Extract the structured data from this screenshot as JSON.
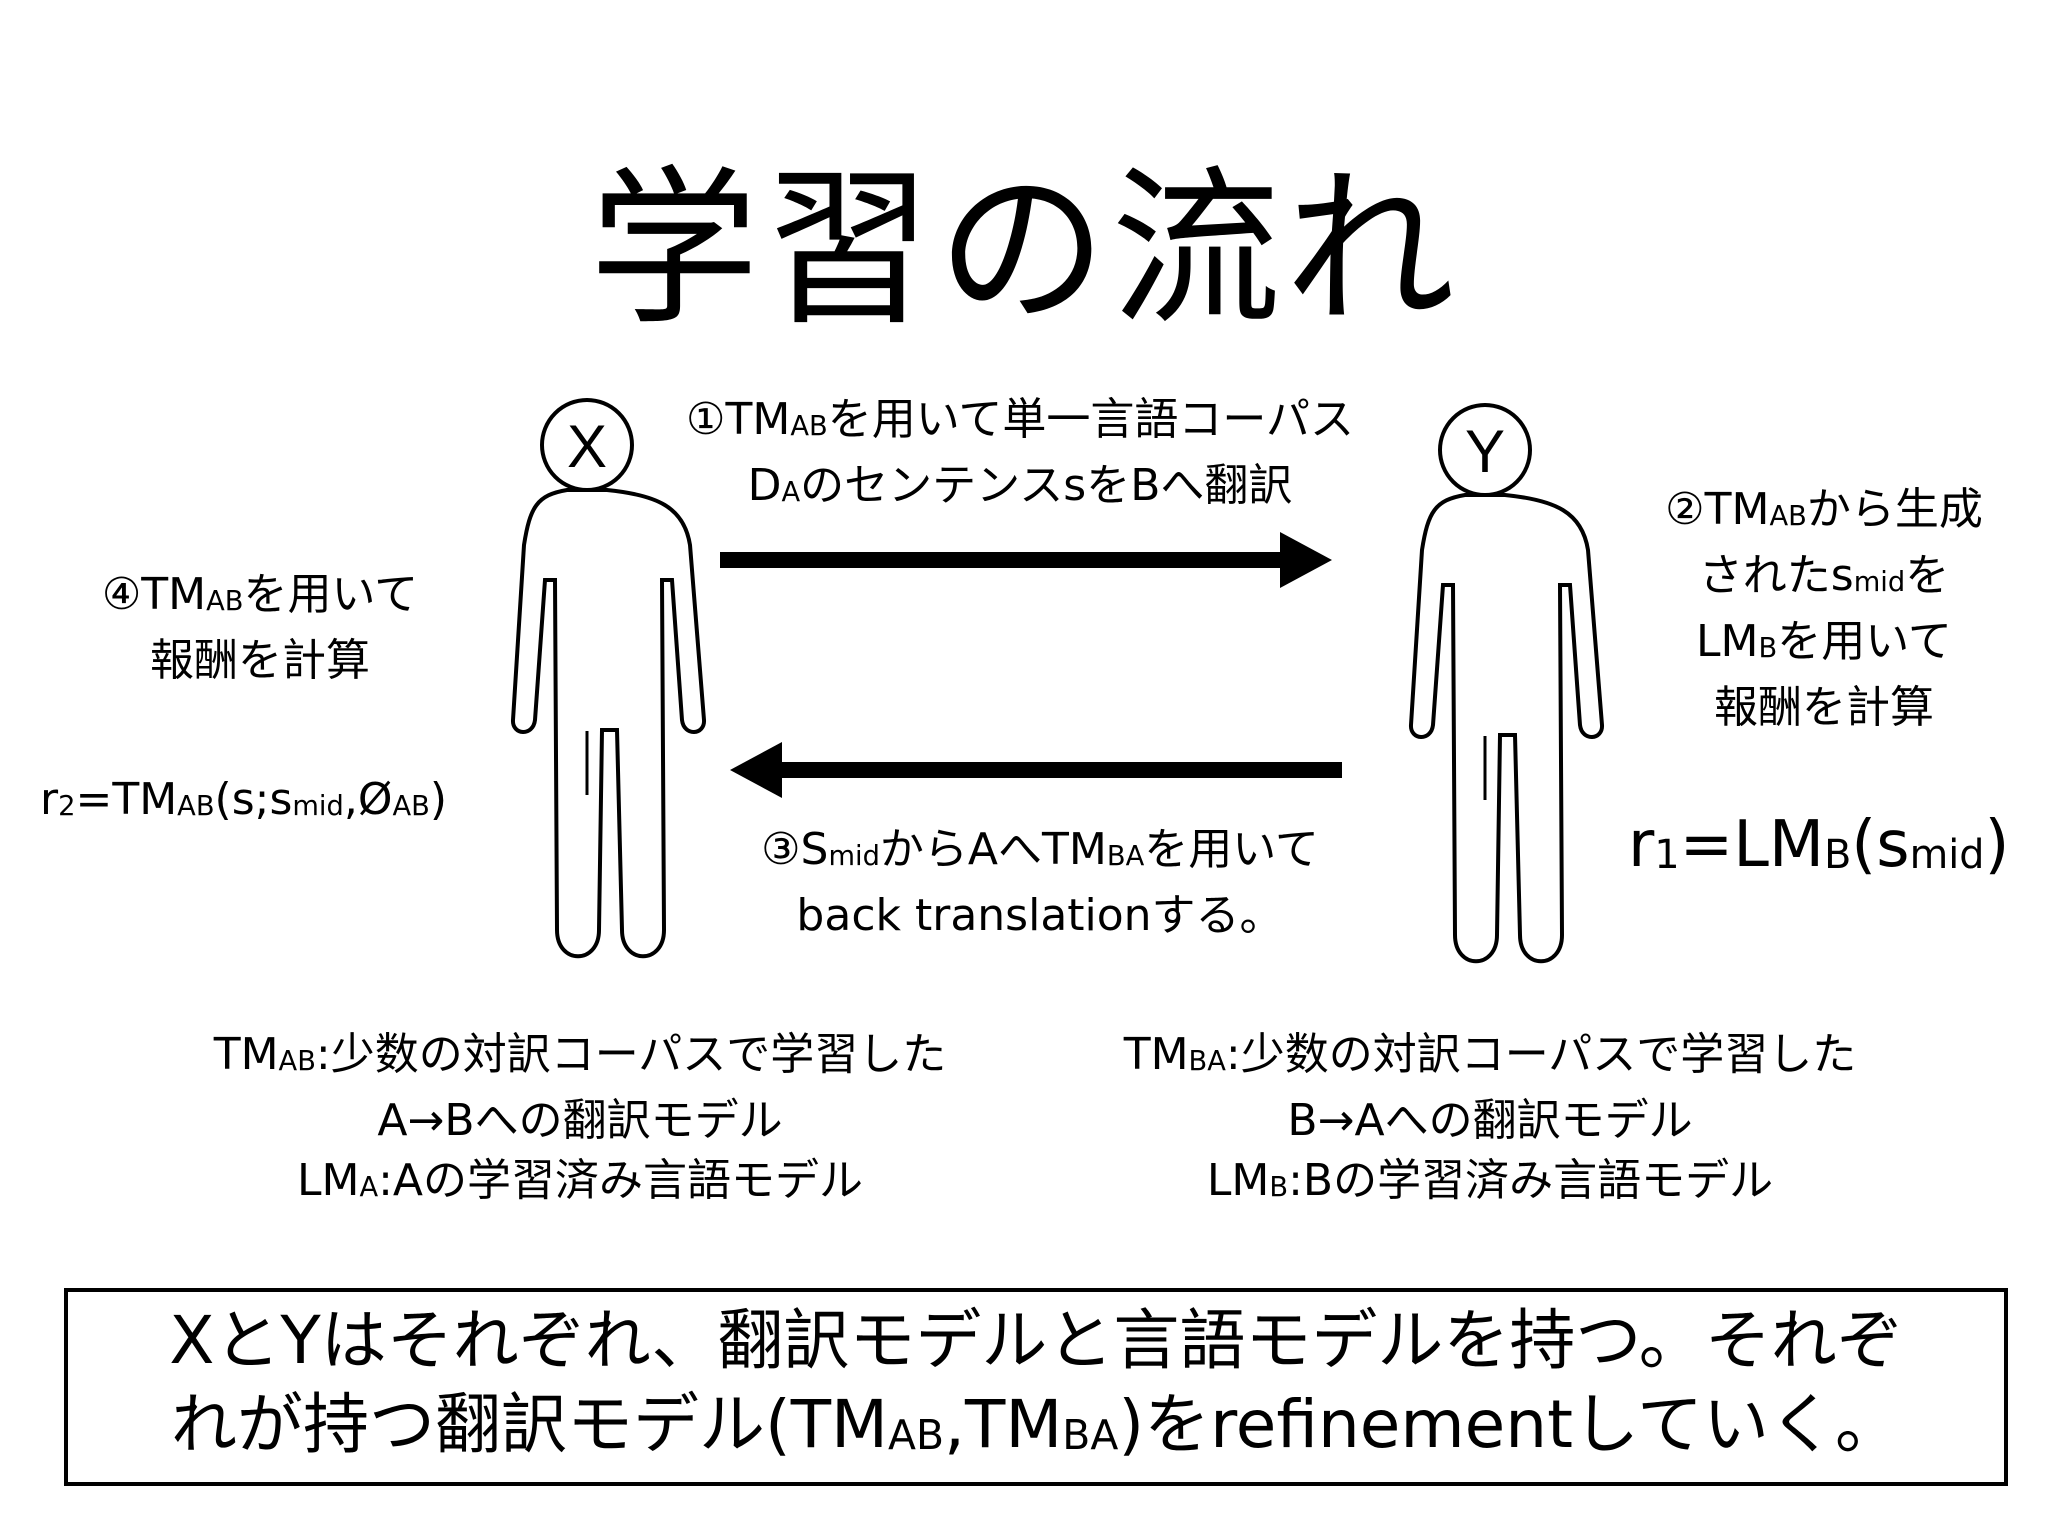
{
  "title": "学習の流れ",
  "persons": {
    "x_label": "X",
    "y_label": "Y"
  },
  "step1": {
    "line1": {
      "pre": "①TM",
      "sub": "AB",
      "post": "を用いて単一言語コーパス"
    },
    "line2": {
      "pre": "D",
      "sub": "A",
      "post": "のセンテンスsをBへ翻訳"
    }
  },
  "step2": {
    "line1": {
      "pre": "②TM",
      "sub": "AB",
      "post": "から生成"
    },
    "line2": {
      "pre": "された",
      "mid": "s",
      "sub": "mid",
      "post": "を"
    },
    "line3": {
      "pre": "LM",
      "sub": "B",
      "post": "を用いて"
    },
    "line4": "報酬を計算"
  },
  "step3": {
    "line1": {
      "pre": "③S",
      "sub": "mid",
      "mid": "からAへTM",
      "sub2": "BA",
      "post": "を用いて"
    },
    "line2": "back translationする。"
  },
  "step4": {
    "line1": {
      "pre": "④TM",
      "sub": "AB",
      "post": "を用いて"
    },
    "line2": "報酬を計算"
  },
  "formulas": {
    "r2": {
      "a": "r",
      "a_sub": "2",
      "b": "=TM",
      "b_sub": "AB",
      "c": "(s;s",
      "c_sub": "mid",
      "d": ",Ø",
      "d_sub": "AB",
      "e": ")"
    },
    "r1": {
      "a": "r",
      "a_sub": "1",
      "b": "=LM",
      "b_sub": "B",
      "c": "(s",
      "c_sub": "mid",
      "d": ")"
    }
  },
  "legend_left": {
    "line1": {
      "pre": "TM",
      "sub": "AB",
      "post": ":少数の対訳コーパスで学習した"
    },
    "line2": "A→Bへの翻訳モデル",
    "line3": {
      "pre": "LM",
      "sub": "A",
      "post": ":Aの学習済み言語モデル"
    }
  },
  "legend_right": {
    "line1": {
      "pre": "TM",
      "sub": "BA",
      "post": ":少数の対訳コーパスで学習した"
    },
    "line2": "B→Aへの翻訳モデル",
    "line3": {
      "pre": "LM",
      "sub": "B",
      "post": ":Bの学習済み言語モデル"
    }
  },
  "summary": {
    "line1": "XとYはそれぞれ、翻訳モデルと言語モデルを持つ。それぞ",
    "line2": {
      "pre": "れが持つ翻訳モデル(TM",
      "sub1": "AB",
      "mid": ",TM",
      "sub2": "BA",
      "post": ")をrefinementしていく。"
    }
  }
}
